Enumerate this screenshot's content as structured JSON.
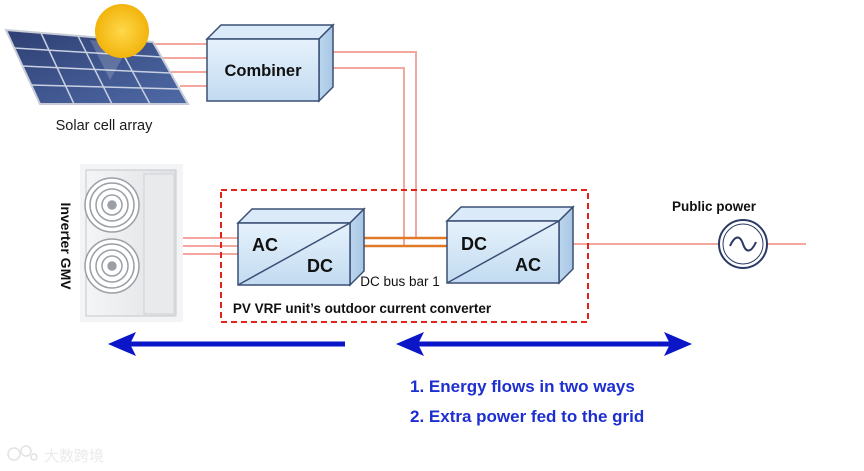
{
  "combiner": {
    "label": "Combiner"
  },
  "solar": {
    "label": "Solar cell array"
  },
  "inverter_unit": {
    "label": "Inverter GMV"
  },
  "converter_group": {
    "caption": "PV VRF unit’s outdoor current converter",
    "left_box": {
      "top": "AC",
      "bottom": "DC"
    },
    "right_box": {
      "top": "DC",
      "bottom": "AC"
    },
    "dc_bus_label": "DC bus bar 1"
  },
  "grid": {
    "label": "Public power",
    "symbol": "~"
  },
  "notes": [
    "1. Energy flows in two ways",
    "2. Extra power fed to the grid"
  ],
  "watermark": "大数跨境",
  "colors": {
    "wire_pink": "#f4a79f",
    "wire_orange": "#e07a28",
    "box_border": "#3b4f75",
    "box_fill_top": "#e3f0fb",
    "box_fill_bottom": "#c4ddf3",
    "dashed_red": "#e2231a",
    "arrow_blue": "#0a16c8",
    "note_blue": "#1d2fd0",
    "sun_yellow": "#f7c21a"
  },
  "icons": {
    "solar_panel": "solar-panel-icon",
    "sun": "sun-icon",
    "outdoor_unit": "outdoor-unit-icon",
    "ac_source": "ac-source-icon"
  }
}
